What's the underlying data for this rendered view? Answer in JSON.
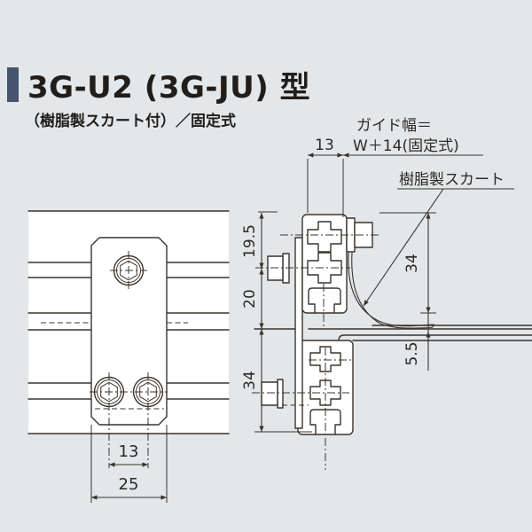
{
  "header": {
    "title": "3G-U2 (3G-JU) 型",
    "subtitle": "（樹脂製スカート付）／固定式"
  },
  "section_view": {
    "labels": {
      "guide_width_line1": "ガイド幅＝",
      "guide_width_line2": "W＋14(固定式)",
      "skirt": "樹脂製スカート"
    },
    "dims": {
      "bracket_offset": "13",
      "top_to_bolt": "19.5",
      "bolt_to_belt": "20",
      "belt_to_bottom": "34",
      "guide_height": "34",
      "belt_clearance": "5.5"
    }
  },
  "front_view": {
    "dims": {
      "hole_pitch": "13",
      "plate_width": "25"
    }
  },
  "colors": {
    "background": "#e3e7e9",
    "line": "#3a342e",
    "accent_bar": "#46546d",
    "fill": "#ffffff"
  }
}
